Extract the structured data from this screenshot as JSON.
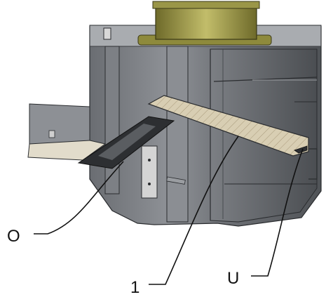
{
  "figure": {
    "description_labels": {
      "label_o": "O",
      "label_1": "1",
      "label_u": "U"
    },
    "colors": {
      "housing_dark": "#5e6166",
      "housing_mid": "#8a8d92",
      "housing_light": "#b9bcc0",
      "flange_gold": "#8e8a3c",
      "flange_gold_light": "#c2bd6a",
      "plate_fill": "#d8ceb3",
      "plate_hatch": "#a8997a",
      "line": "#111111"
    }
  }
}
